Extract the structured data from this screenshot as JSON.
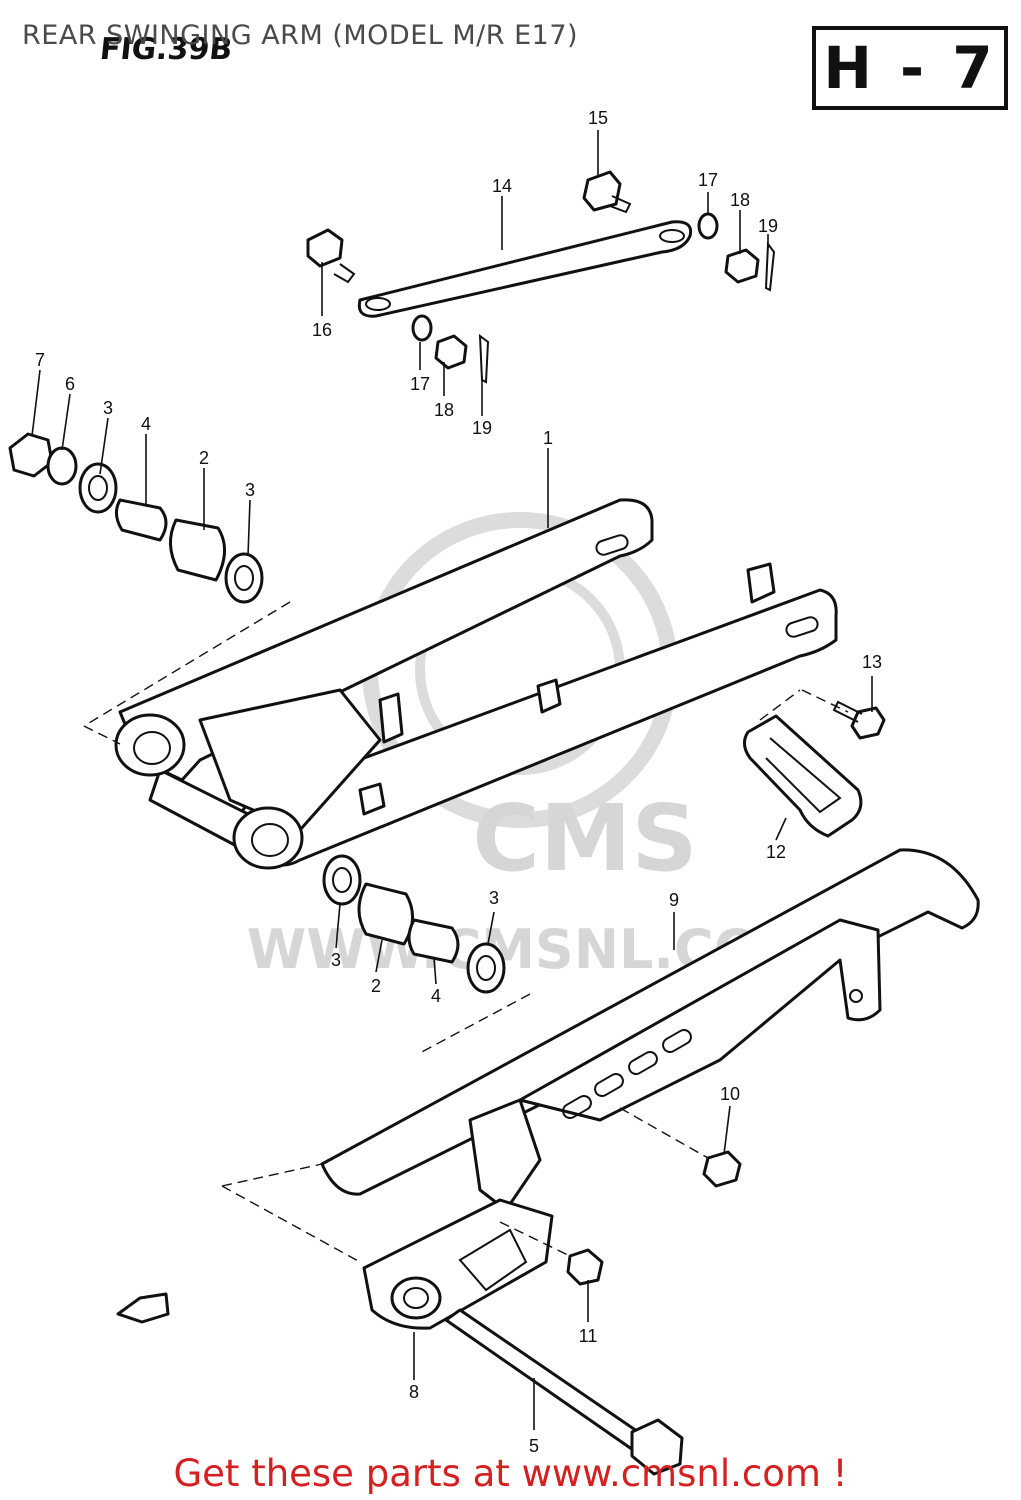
{
  "header": {
    "title": "REAR SWINGING ARM (MODEL M/R E17)",
    "fig_label": "FIG.39B",
    "page_code": "H - 7"
  },
  "watermark": {
    "brand": "CMS",
    "url": "WWW.CMSNL.COM"
  },
  "callouts": {
    "c1": "1",
    "c2a": "2",
    "c2b": "2",
    "c3a": "3",
    "c3b": "3",
    "c3c": "3",
    "c3d": "3",
    "c4a": "4",
    "c4b": "4",
    "c5": "5",
    "c6": "6",
    "c7": "7",
    "c8": "8",
    "c9": "9",
    "c10": "10",
    "c11": "11",
    "c12": "12",
    "c13": "13",
    "c14": "14",
    "c15": "15",
    "c16": "16",
    "c17a": "17",
    "c17b": "17",
    "c18a": "18",
    "c18b": "18",
    "c19a": "19",
    "c19b": "19"
  },
  "footer": {
    "text": "Get these parts at www.cmsnl.com !"
  },
  "colors": {
    "line": "#111111",
    "footer": "#d42020",
    "watermark": "#d6d6d6",
    "title": "#4a4a4a"
  }
}
